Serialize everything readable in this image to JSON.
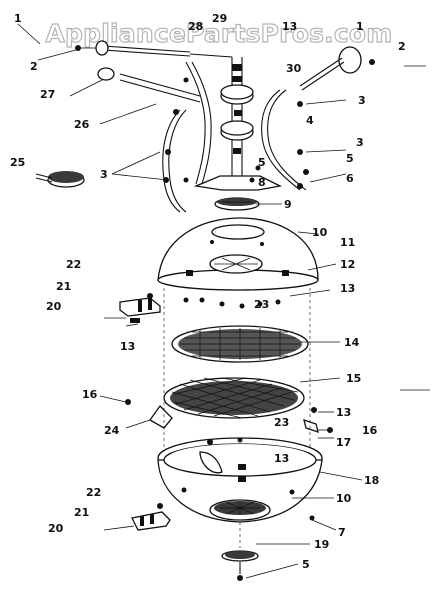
{
  "watermark": "AppliancePartsPros.com",
  "callouts": {
    "c1a": "1",
    "c28": "28",
    "c29": "29",
    "c13a": "13",
    "c1b": "1",
    "c2a": "2",
    "c2b": "2",
    "c27": "27",
    "c30": "30",
    "c3a": "3",
    "c26": "26",
    "c4": "4",
    "c3b": "3",
    "c25": "25",
    "c3c": "3",
    "c5a": "5",
    "c5b": "5",
    "c8": "8",
    "c6": "6",
    "c9": "9",
    "c10a": "10",
    "c11": "11",
    "c22a": "22",
    "c12": "12",
    "c21a": "21",
    "c13b": "13",
    "c20a": "20",
    "c23a": "23",
    "c13c": "13",
    "c14": "14",
    "c15": "15",
    "c16a": "16",
    "c13d": "13",
    "c24": "24",
    "c16b": "16",
    "c17": "17",
    "c23b": "23",
    "c13e": "13",
    "c18": "18",
    "c22b": "22",
    "c10b": "10",
    "c21b": "21",
    "c7": "7",
    "c20b": "20",
    "c19": "19",
    "c5c": "5"
  }
}
